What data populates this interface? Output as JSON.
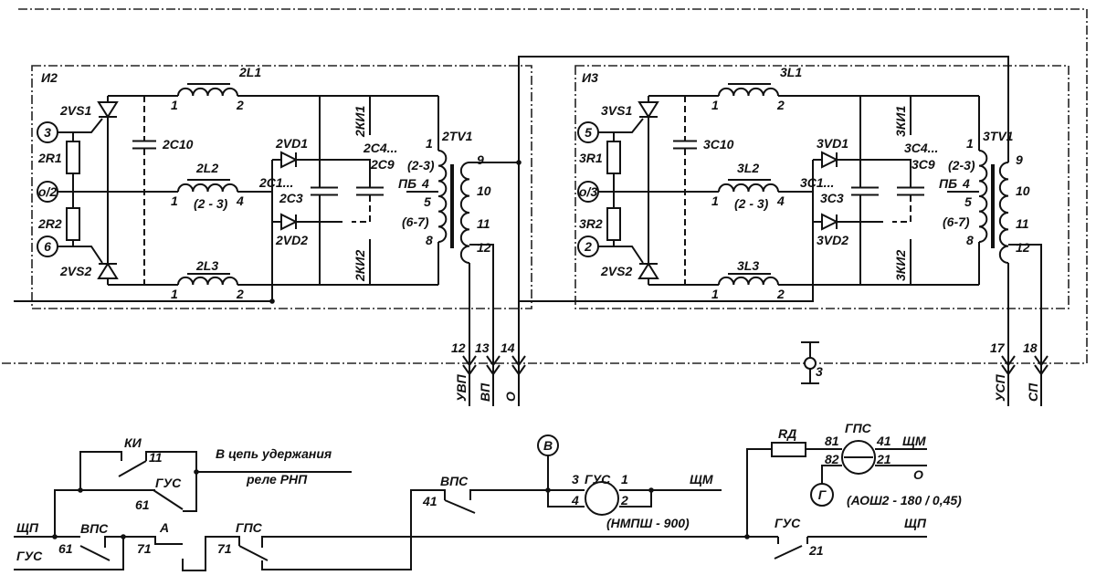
{
  "blocks": [
    {
      "id": "И2",
      "terminals": [
        "3",
        "о/2",
        "6"
      ],
      "VS1": "2VS1",
      "VS2": "2VS2",
      "R1": "2R1",
      "R2": "2R2",
      "C10": "2C10",
      "L1": "2L1",
      "L2": "2L2",
      "L3": "2L3",
      "L2_range": "(2 - 3)",
      "VD1": "2VD1",
      "VD2": "2VD2",
      "C1": "2C1...",
      "C3": "2C3",
      "C4": "2C4...",
      "C9": "2C9",
      "KI1": "2КИ1",
      "KI2": "2КИ2",
      "TV": "2TV1"
    },
    {
      "id": "И3",
      "terminals": [
        "5",
        "о/3",
        "2"
      ],
      "VS1": "3VS1",
      "VS2": "2VS2",
      "R1": "3R1",
      "R2": "3R2",
      "C10": "3C10",
      "L1": "3L1",
      "L2": "3L2",
      "L3": "3L3",
      "L2_range": "(2 - 3)",
      "VD1": "3VD1",
      "VD2": "3VD2",
      "C1": "3C1...",
      "C3": "3C3",
      "C4": "3C4...",
      "C9": "3C9",
      "KI1": "3КИ1",
      "KI2": "3КИ2",
      "TV": "3TV1"
    }
  ],
  "common": {
    "L1_pins": [
      "1",
      "2"
    ],
    "L2_pins": [
      "1",
      "4"
    ],
    "L3_pins": [
      "1",
      "2"
    ],
    "primary": {
      "p1": "1",
      "r23": "(2-3)",
      "pb": "ПБ",
      "p4": "4",
      "p5": "5",
      "r67": "(6-7)",
      "p8": "8"
    },
    "secondary": {
      "p9": "9",
      "p10": "10",
      "p11": "11",
      "p12": "12"
    }
  },
  "connectors": [
    {
      "num": "12",
      "label": "УВП"
    },
    {
      "num": "13",
      "label": "ВП"
    },
    {
      "num": "14",
      "label": "О"
    },
    {
      "num": "17",
      "label": "УСП"
    },
    {
      "num": "18",
      "label": "СП"
    }
  ],
  "ground": {
    "num": "3"
  },
  "control": {
    "shp_left": "ЩП",
    "gus_left": "ГУС",
    "vps1": "ВПС",
    "vps1_num": "61",
    "a_num": "71",
    "a_label": "А",
    "gps1": "ГПС",
    "gps1_num": "71",
    "ki": "КИ",
    "ki_num": "11",
    "gus2": "ГУС",
    "gus2_num": "61",
    "hold1": "В цепь удержания",
    "hold2": "реле РНП",
    "vps2": "ВПС",
    "vps2_num": "41",
    "v_circle": "В",
    "gus_motor": "ГУС",
    "gus_p3": "3",
    "gus_p1": "1",
    "gus_p4": "4",
    "gus_p2": "2",
    "shm1": "ЩМ",
    "gus_model": "(НМПШ - 900)",
    "rd": "RД",
    "gps_motor": "ГПС",
    "gps_p81": "81",
    "gps_p41": "41",
    "gps_p82": "82",
    "gps_p21": "21",
    "shm2": "ЩМ",
    "o_label": "О",
    "g_circle": "Г",
    "gps_model": "(АОШ2 - 180 / 0,45)",
    "gus3": "ГУС",
    "gus3_num": "21",
    "shp_right": "ЩП"
  }
}
